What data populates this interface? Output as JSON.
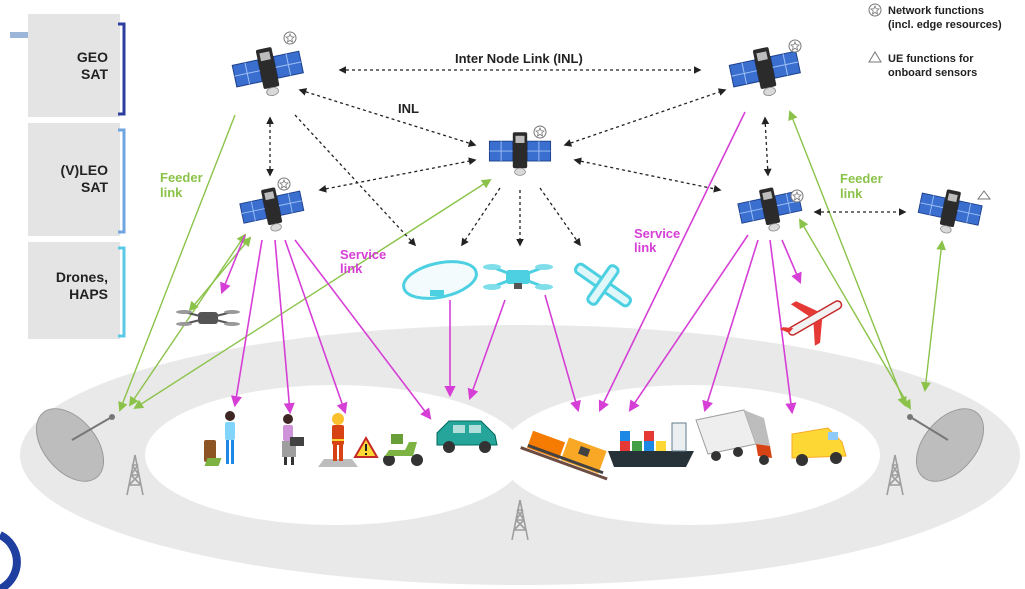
{
  "tiers": [
    {
      "label": "GEO\nSAT",
      "bracket_color": "#2c3e9e"
    },
    {
      "label": "(V)LEO\nSAT",
      "bracket_color": "#6fa6e0"
    },
    {
      "label": "Drones,\nHAPS",
      "bracket_color": "#5bc8e6"
    }
  ],
  "legend": {
    "network_functions": "Network functions\n(incl. edge resources)",
    "ue_functions": "UE functions for\nonboard sensors"
  },
  "links": {
    "inter_node_link": "Inter Node Link (INL)",
    "inl_short": "INL",
    "feeder_link_left": "Feeder\nlink",
    "feeder_link_right": "Feeder\nlink",
    "service_link_left": "Service\nlink",
    "service_link_right": "Service\nlink"
  },
  "colors": {
    "feeder": "#8bc34a",
    "service": "#d63fd6",
    "inl": "#222222",
    "tier_bg": "#e4e4e4",
    "ground": "#e9e9e9",
    "sat_panel": "#3a6fd0",
    "sat_body": "#2b2b2b",
    "haps_outline": "#4dd0e1"
  },
  "nodes": {
    "geo": [
      "geo-satellite-left",
      "geo-satellite-right"
    ],
    "leo": [
      "leo-satellite-center",
      "leo-satellite-left",
      "leo-satellite-right",
      "leo-satellite-ue"
    ],
    "aerial": [
      "drone-left",
      "airship",
      "drone-center",
      "fixed-wing-haps",
      "aircraft"
    ],
    "ground": [
      "ground-station-left",
      "ground-station-right",
      "tower-left",
      "tower-center",
      "tower-right"
    ],
    "users": [
      "person-with-luggage",
      "person-with-laptop",
      "firefighter",
      "scooter",
      "car",
      "train",
      "ship",
      "truck",
      "van"
    ]
  }
}
